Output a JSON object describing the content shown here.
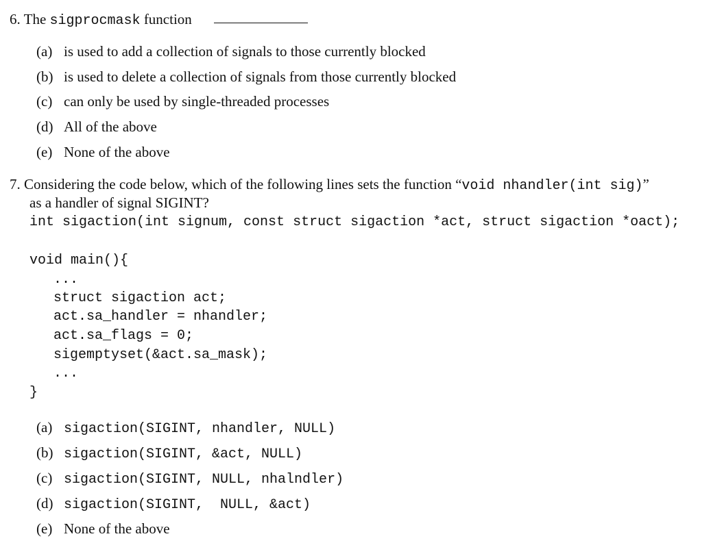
{
  "q6": {
    "number": "6.",
    "stem_pre": "The ",
    "stem_code": "sigprocmask",
    "stem_post": " function",
    "options": [
      {
        "label": "(a)",
        "text": "is used to add a collection of signals to those currently blocked"
      },
      {
        "label": "(b)",
        "text": "is used to delete a collection of signals from those currently blocked"
      },
      {
        "label": "(c)",
        "text": "can only be used by single-threaded processes"
      },
      {
        "label": "(d)",
        "text": "All of the above"
      },
      {
        "label": "(e)",
        "text": "None of the above"
      }
    ]
  },
  "q7": {
    "number": "7.",
    "line1_pre": "Considering the code below, which of the following lines sets the function “",
    "line1_code": "void nhandler(int sig)",
    "line1_post": "”",
    "line2": "as a handler of signal SIGINT?",
    "prototype": "int sigaction(int signum, const struct sigaction *act, struct sigaction *oact);",
    "code": {
      "open": "void main(){",
      "dots1": "...",
      "l1": "struct sigaction act;",
      "l2": "act.sa_handler = nhandler;",
      "l3": "act.sa_flags = 0;",
      "l4": "sigemptyset(&act.sa_mask);",
      "dots2": "...",
      "close": "}"
    },
    "options": [
      {
        "label": "(a)",
        "text": "sigaction(SIGINT, nhandler, NULL)"
      },
      {
        "label": "(b)",
        "text": "sigaction(SIGINT, &act, NULL)"
      },
      {
        "label": "(c)",
        "text": "sigaction(SIGINT, NULL, nhalndler)"
      },
      {
        "label": "(d)",
        "text": "sigaction(SIGINT,  NULL, &act)"
      },
      {
        "label": "(e)",
        "text": "None of the above"
      }
    ]
  }
}
